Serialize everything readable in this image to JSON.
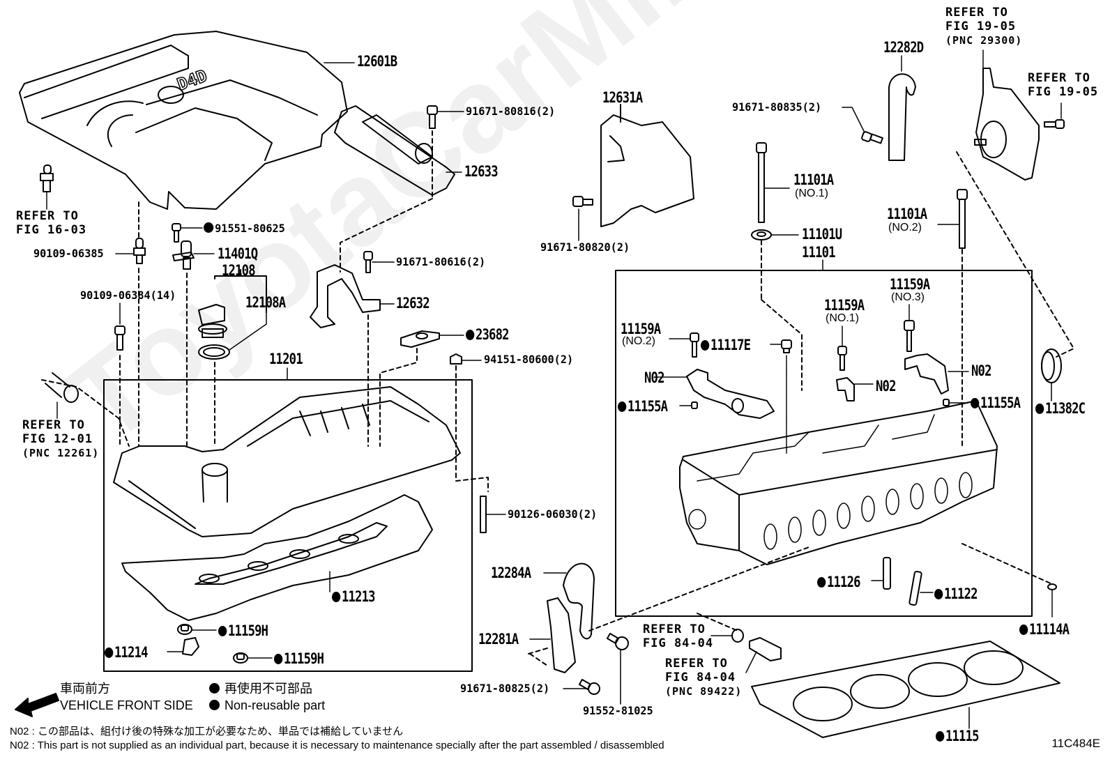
{
  "watermark": "ToyotaCarMine.ru",
  "figure_code": "11C484E",
  "parts": {
    "p12601B": "12601B",
    "p91671_80816": "91671-80816(2)",
    "p12633": "12633",
    "p12631A": "12631A",
    "p91671_80820": "91671-80820(2)",
    "p12282D": "12282D",
    "p91671_80835": "91671-80835(2)",
    "p11101A_1": "11101A",
    "p11101A_1_sub": "(NO.1)",
    "p11101U": "11101U",
    "p11101": "11101",
    "p11101A_2": "11101A",
    "p11101A_2_sub": "(NO.2)",
    "p91551_80625": "91551-80625",
    "p90109_06385": "90109-06385",
    "p11401Q": "11401Q",
    "p12108": "12108",
    "p12108A": "12108A",
    "p90109_06384": "90109-06384(14)",
    "p91671_80616": "91671-80616(2)",
    "p12632": "12632",
    "p23682": "23682",
    "p94151_80600": "94151-80600(2)",
    "p11201": "11201",
    "p90126_06030": "90126-06030(2)",
    "p11213": "11213",
    "p11159H_a": "11159H",
    "p11159H_b": "11159H",
    "p11214": "11214",
    "p11159A_2": "11159A",
    "p11159A_2_sub": "(NO.2)",
    "p11117E": "11117E",
    "pN02_a": "N02",
    "p11155A_a": "11155A",
    "p11159A_1": "11159A",
    "p11159A_1_sub": "(NO.1)",
    "pN02_b": "N02",
    "p11159A_3": "11159A",
    "p11159A_3_sub": "(NO.3)",
    "pN02_c": "N02",
    "p11155A_b": "11155A",
    "p11382C": "11382C",
    "p12284A": "12284A",
    "p12281A": "12281A",
    "p91671_80825": "91671-80825(2)",
    "p91552_81025": "91552-81025",
    "p11126": "11126",
    "p11122": "11122",
    "p11114A": "11114A",
    "p11115": "11115"
  },
  "refs": {
    "fig16_03": {
      "line1": "REFER TO",
      "line2": "FIG 16-03"
    },
    "fig12_01": {
      "line1": "REFER TO",
      "line2": "FIG 12-01",
      "pnc": "(PNC 12261)"
    },
    "fig19_05_a": {
      "line1": "REFER TO",
      "line2": "FIG 19-05",
      "pnc": "(PNC 29300)"
    },
    "fig19_05_b": {
      "line1": "REFER TO",
      "line2": "FIG 19-05"
    },
    "fig84_04_a": {
      "line1": "REFER TO",
      "line2": "FIG 84-04"
    },
    "fig84_04_b": {
      "line1": "REFER TO",
      "line2": "FIG 84-04",
      "pnc": "(PNC 89422)"
    }
  },
  "legend": {
    "front_jp": "車両前方",
    "front_en": "VEHICLE FRONT SIDE",
    "nonreusable_jp": "再使用不可部品",
    "nonreusable_en": "Non-reusable part"
  },
  "notes": {
    "jp": "N02 : この部品は、組付け後の特殊な加工が必要なため、単品では補給していません",
    "en": "N02 : This part is not supplied as an individual part, because it is necessary to maintenance specially after the part assembled / disassembled"
  }
}
